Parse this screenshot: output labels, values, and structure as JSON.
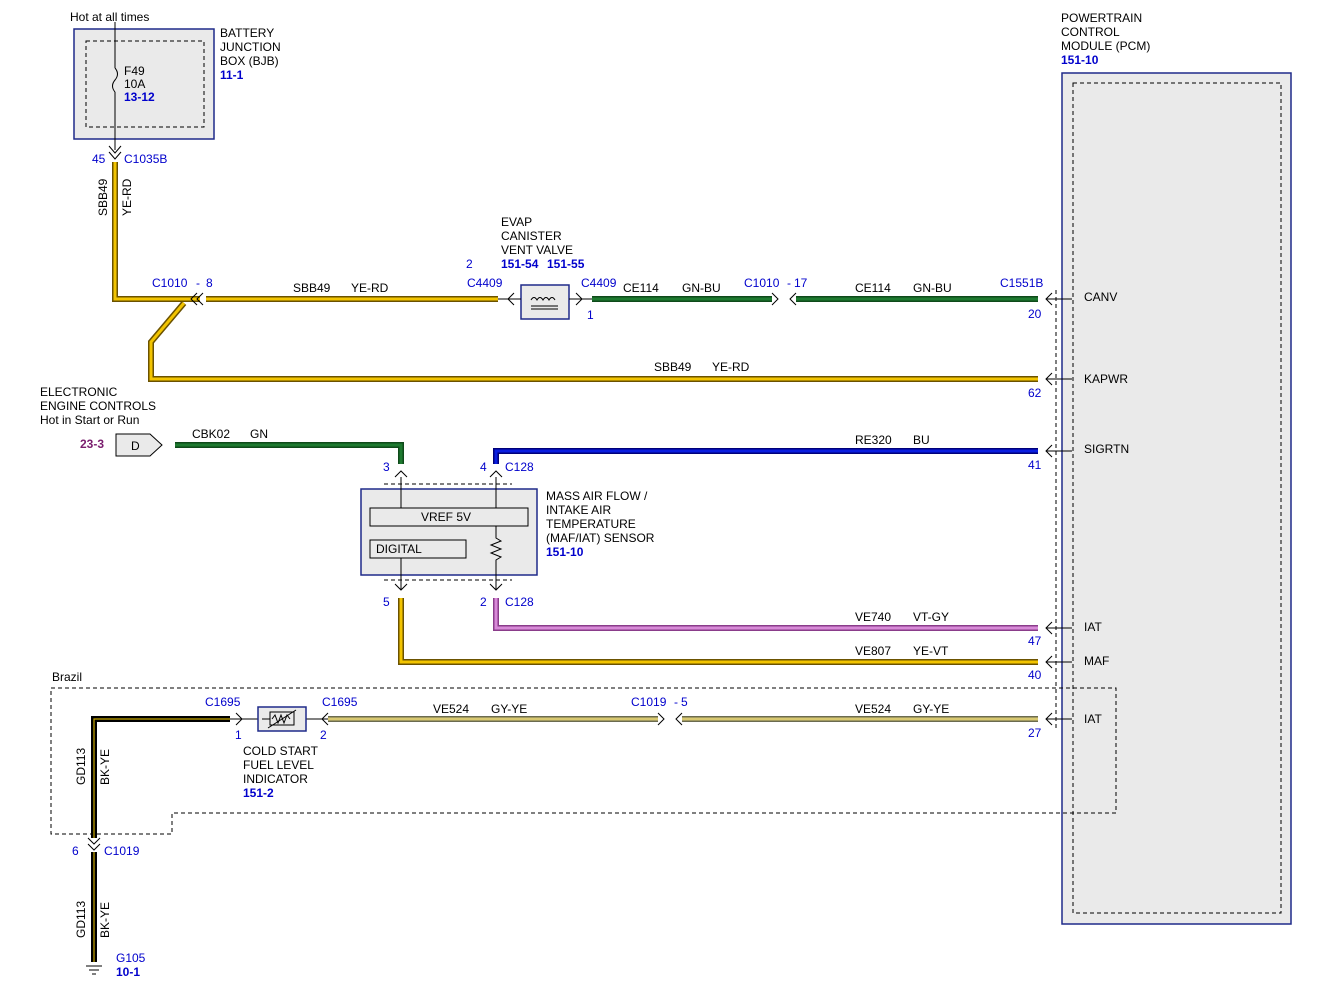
{
  "top": {
    "hot_label": "Hot at all times"
  },
  "bjb": {
    "line1": "BATTERY",
    "line2": "JUNCTION",
    "line3": "BOX (BJB)",
    "ref": "11-1",
    "fuse_id": "F49",
    "fuse_rating": "10A",
    "fuse_ref": "13-12"
  },
  "pcm": {
    "line1": "POWERTRAIN",
    "line2": "CONTROL",
    "line3": "MODULE (PCM)",
    "ref": "151-10",
    "pins": {
      "canv": "CANV",
      "kapwr": "KAPWR",
      "sigrtn": "SIGRTN",
      "iat": "IAT",
      "maf": "MAF",
      "iat2": "IAT"
    }
  },
  "evap": {
    "line1": "EVAP",
    "line2": "CANISTER",
    "line3": "VENT VALVE",
    "ref1": "151-54",
    "ref2": "151-55"
  },
  "eec": {
    "line1": "ELECTRONIC",
    "line2": "ENGINE CONTROLS",
    "line3": "Hot in Start or Run",
    "ref": "23-3",
    "tab": "D"
  },
  "maf": {
    "line1": "MASS AIR FLOW /",
    "line2": "INTAKE AIR",
    "line3": "TEMPERATURE",
    "line4": "(MAF/IAT) SENSOR",
    "ref": "151-10",
    "vref": "VREF 5V",
    "digital": "DIGITAL"
  },
  "cold": {
    "line1": "COLD START",
    "line2": "FUEL LEVEL",
    "line3": "INDICATOR",
    "ref": "151-2"
  },
  "region": {
    "label": "Brazil"
  },
  "ground": {
    "id": "G105",
    "ref": "10-1"
  },
  "connectors": {
    "c1035b": "C1035B",
    "c1035b_pin": "45",
    "c1010a": "C1010",
    "c1010a_pin": "8",
    "c4409a": "C4409",
    "c4409a_pin": "2",
    "c4409b": "C4409",
    "c4409b_pin": "1",
    "c1010b": "C1010",
    "c1010b_pin": "17",
    "c1551b": "C1551B",
    "c1551b_pin": "20",
    "kapwr_pin": "62",
    "sigrtn_pin": "41",
    "c128a": "C128",
    "c128a_pin3": "3",
    "c128a_pin4": "4",
    "c128b": "C128",
    "c128b_pin5": "5",
    "c128b_pin2": "2",
    "iat_pin": "47",
    "maf_pin": "40",
    "c1695a": "C1695",
    "c1695a_pin": "1",
    "c1695b": "C1695",
    "c1695b_pin": "2",
    "c1019a": "C1019",
    "c1019a_pin": "5",
    "iat2_pin": "27",
    "c1019b": "C1019",
    "c1019b_pin": "6",
    "dash": "-"
  },
  "wires": {
    "w1_circuit": "SBB49",
    "w1_color": "YE-RD",
    "w2_circuit": "SBB49",
    "w2_color": "YE-RD",
    "w3_circuit": "CE114",
    "w3_color": "GN-BU",
    "w4_circuit": "CE114",
    "w4_color": "GN-BU",
    "w5_circuit": "SBB49",
    "w5_color": "YE-RD",
    "w6_circuit": "CBK02",
    "w6_color": "GN",
    "w7_circuit": "RE320",
    "w7_color": "BU",
    "w8_circuit": "VE740",
    "w8_color": "VT-GY",
    "w9_circuit": "VE807",
    "w9_color": "YE-VT",
    "w10_circuit": "VE524",
    "w10_color": "GY-YE",
    "w11_circuit": "VE524",
    "w11_color": "GY-YE",
    "w12_circuit": "GD113",
    "w12_color": "BK-YE",
    "w13_circuit": "GD113",
    "w13_color": "BK-YE"
  },
  "colors": {
    "yellow": "#f2c400",
    "yellow_edge": "#6b5200",
    "green": "#1e7a30",
    "blue": "#0a1ee0",
    "violet": "#d88ad8",
    "gray": "#b7b7a0",
    "black": "#000000",
    "label_blue": "#0000cc"
  }
}
